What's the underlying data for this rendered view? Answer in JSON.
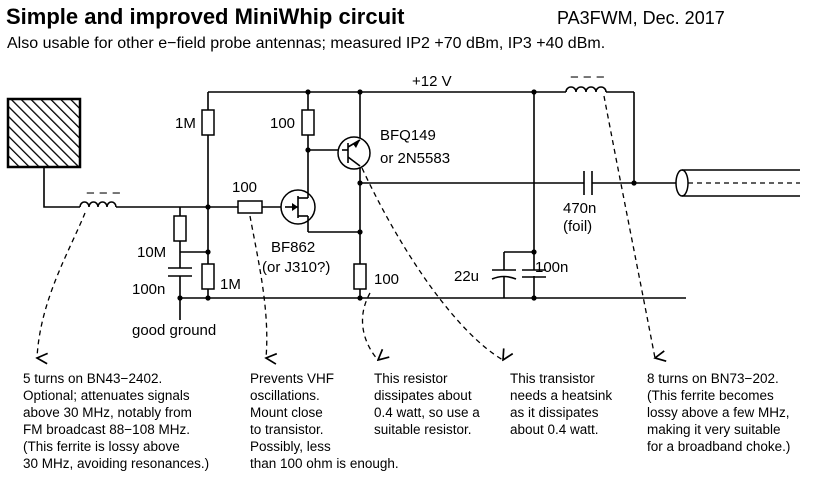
{
  "header": {
    "title": "Simple and improved MiniWhip circuit",
    "author": "PA3FWM, Dec. 2017",
    "subtitle": "Also usable for other e−field probe antennas; measured IP2 +70 dBm, IP3 +40 dBm."
  },
  "labels": {
    "supply": "+12 V",
    "r_1m_top": "1M",
    "r_100_top": "100",
    "transistor_bipolar": [
      "BFQ149",
      "or 2N5583"
    ],
    "r_100_gate": "100",
    "fet": [
      "BF862",
      "(or J310?)"
    ],
    "r_10m": "10M",
    "r_1m_bottom": "1M",
    "c_100n_left": "100n",
    "ground": "good ground",
    "r_100_emitter": "100",
    "c_470n": [
      "470n",
      "(foil)"
    ],
    "c_22u": "22u",
    "c_100n_right": "100n",
    "ferrite_dashes": "− − −"
  },
  "notes": [
    {
      "lines": [
        "5 turns on BN43−2402.",
        "Optional; attenuates signals",
        "above 30 MHz, notably from",
        "FM broadcast 88−108 MHz.",
        "(This ferrite is lossy above",
        "30 MHz, avoiding resonances.)"
      ]
    },
    {
      "lines": [
        "Prevents VHF",
        "oscillations.",
        "Mount close",
        "to transistor.",
        "Possibly, less",
        "than 100 ohm is enough."
      ]
    },
    {
      "lines": [
        "This resistor",
        "dissipates about",
        "0.4 watt, so use a",
        "suitable resistor."
      ]
    },
    {
      "lines": [
        "This transistor",
        "needs a heatsink",
        "as it dissipates",
        "about 0.4 watt."
      ]
    },
    {
      "lines": [
        "8 turns on BN73−202.",
        "(This ferrite becomes",
        "lossy above a few MHz,",
        "making it very suitable",
        "for a broadband choke.)"
      ]
    }
  ]
}
